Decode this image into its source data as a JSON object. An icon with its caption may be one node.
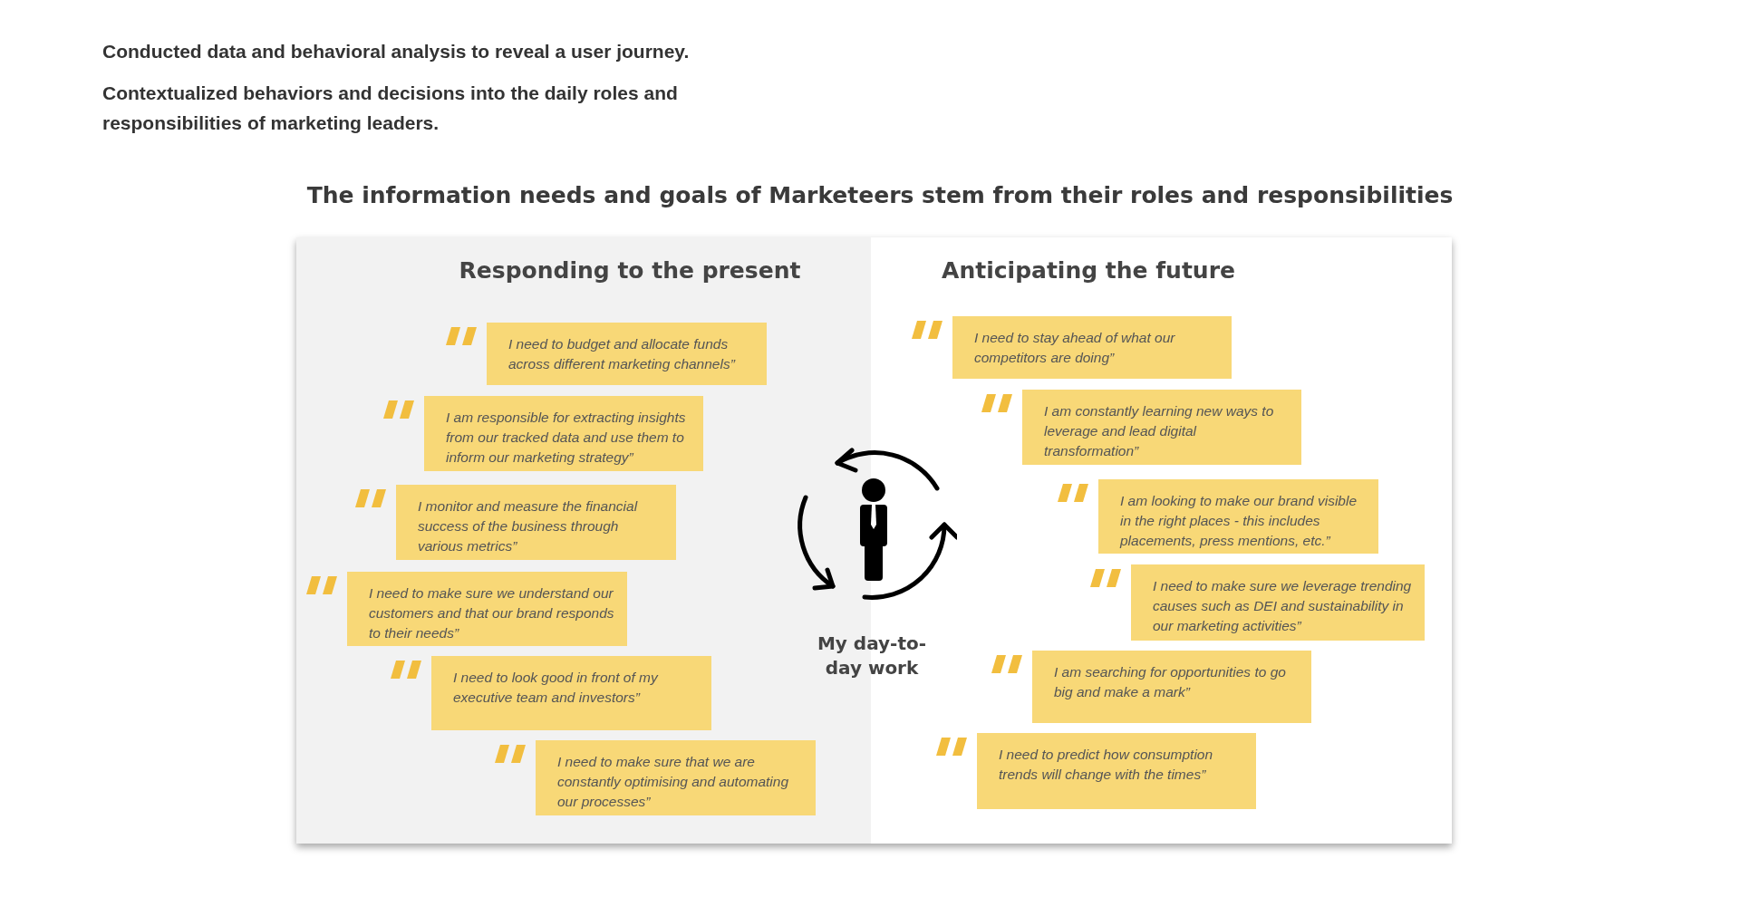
{
  "diagram": {
    "title": "The information needs and goals of Marketeers stem from their roles and responsibilities",
    "nodes": [
      {
        "text": [
          "Responding to the present"
        ]
      },
      {
        "text": [
          "I need to budget and allocate funds across different marketing channels”"
        ],
        "in": 0
      },
      {
        "text": [
          "I am responsible for extracting insights from our tracked data and use them to inform our marketing strategy”"
        ],
        "in": 0
      },
      {
        "text": [
          "I monitor and measure the financial success of the business through various metrics”"
        ],
        "in": 0
      },
      {
        "text": [
          "I need to make sure we understand our customers and that our brand responds to their needs”"
        ],
        "in": 0
      },
      {
        "text": [
          "I need to look good in front of my executive team and investors”"
        ],
        "in": 0
      },
      {
        "text": [
          "I need to make sure that we are constantly optimising and automating our processes”"
        ],
        "in": 0
      },
      {
        "text": [
          "Anticipating the future"
        ]
      },
      {
        "text": [
          "I need to stay ahead of what our competitors are doing”"
        ],
        "in": 7
      },
      {
        "text": [
          "I am constantly learning new ways to leverage and lead digital transformation”"
        ],
        "in": 7
      },
      {
        "text": [
          "I am looking to make our brand visible in the right places - this includes placements, press mentions, etc.”"
        ],
        "in": 7
      },
      {
        "text": [
          "I need to make sure we leverage trending causes such as DEI and sustainability in our marketing activities”"
        ],
        "in": 7
      },
      {
        "text": [
          "I am searching for opportunities to go big and make a mark”"
        ],
        "in": 7
      },
      {
        "text": [
          "I need to predict how consumption trends will change with the times”"
        ],
        "in": 7
      }
    ],
    "labels": [
      "Conducted data and behavioral analysis to reveal a user journey.",
      "Contextualized behaviors and decisions into the daily roles and responsibilities of marketing leaders.",
      "My day-to-day work"
    ]
  }
}
